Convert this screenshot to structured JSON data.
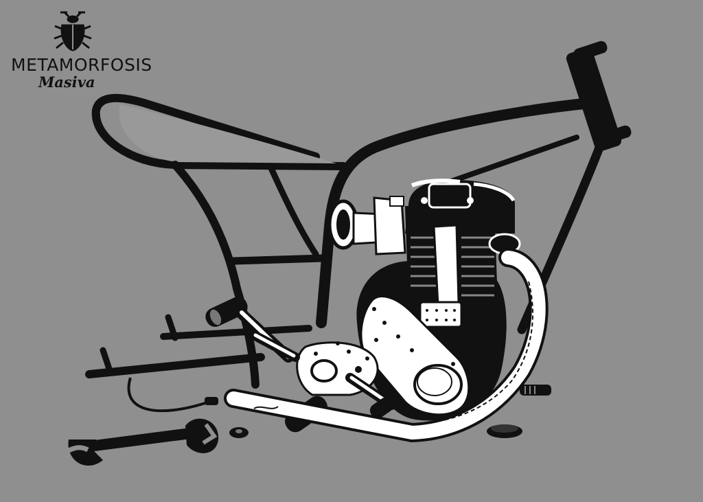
{
  "brand": {
    "title": "METAMORFOSIS",
    "subtitle": "Masiva",
    "emblem_icon": "beetle-icon"
  },
  "illustration": {
    "subject": "motorcycle-frame-with-engine",
    "colors": {
      "background": "#8f8f8f",
      "ink": "#111111",
      "highlight": "#ffffff"
    }
  }
}
